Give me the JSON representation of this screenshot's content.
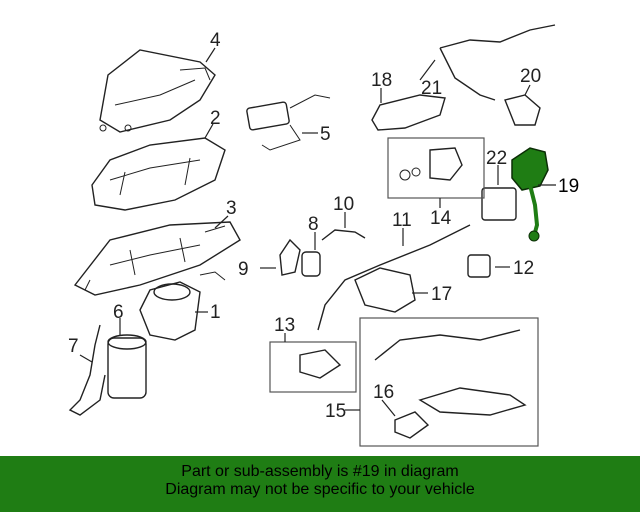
{
  "diagram": {
    "callouts": [
      "1",
      "2",
      "3",
      "4",
      "5",
      "6",
      "7",
      "8",
      "9",
      "10",
      "11",
      "12",
      "13",
      "14",
      "15",
      "16",
      "17",
      "18",
      "19",
      "20",
      "21",
      "22"
    ],
    "highlighted_part": "19",
    "highlight_color": "#1f7d14"
  },
  "banner": {
    "line1": "Part or sub-assembly is #19 in diagram",
    "line2": "Diagram may not be specific to your vehicle",
    "background": "#1f7d14"
  }
}
